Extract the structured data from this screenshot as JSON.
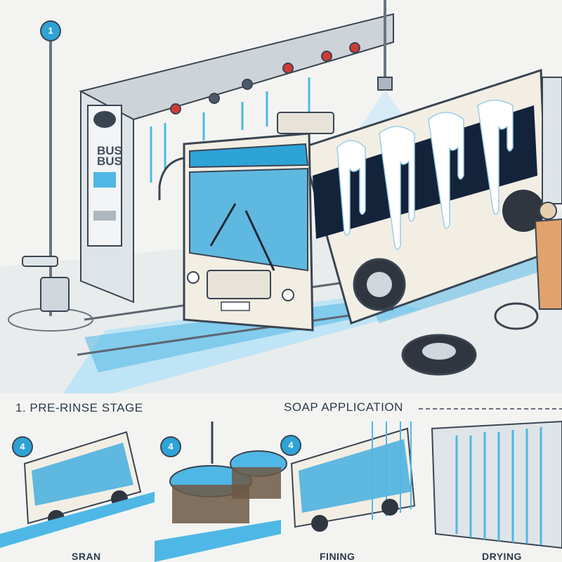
{
  "captions": {
    "pre_rinse": "1. PRE-RINSE STAGE",
    "soap_application": "SOAP APPLICATION",
    "bottom_1": "SRAN",
    "bottom_2": "FINING",
    "bottom_3": "DRYING"
  },
  "badges": {
    "top": "1",
    "panel_1": "4",
    "panel_2": "4",
    "panel_3": "4"
  },
  "sign": {
    "line1": "BUS",
    "line2": "BUS"
  },
  "colors": {
    "background": "#f3f4f2",
    "accent_blue": "#2ea3d6",
    "water_blue": "#4fb7e6",
    "bus_body": "#f2eee4",
    "outline": "#3a4552",
    "indicator_red": "#d23a34"
  }
}
